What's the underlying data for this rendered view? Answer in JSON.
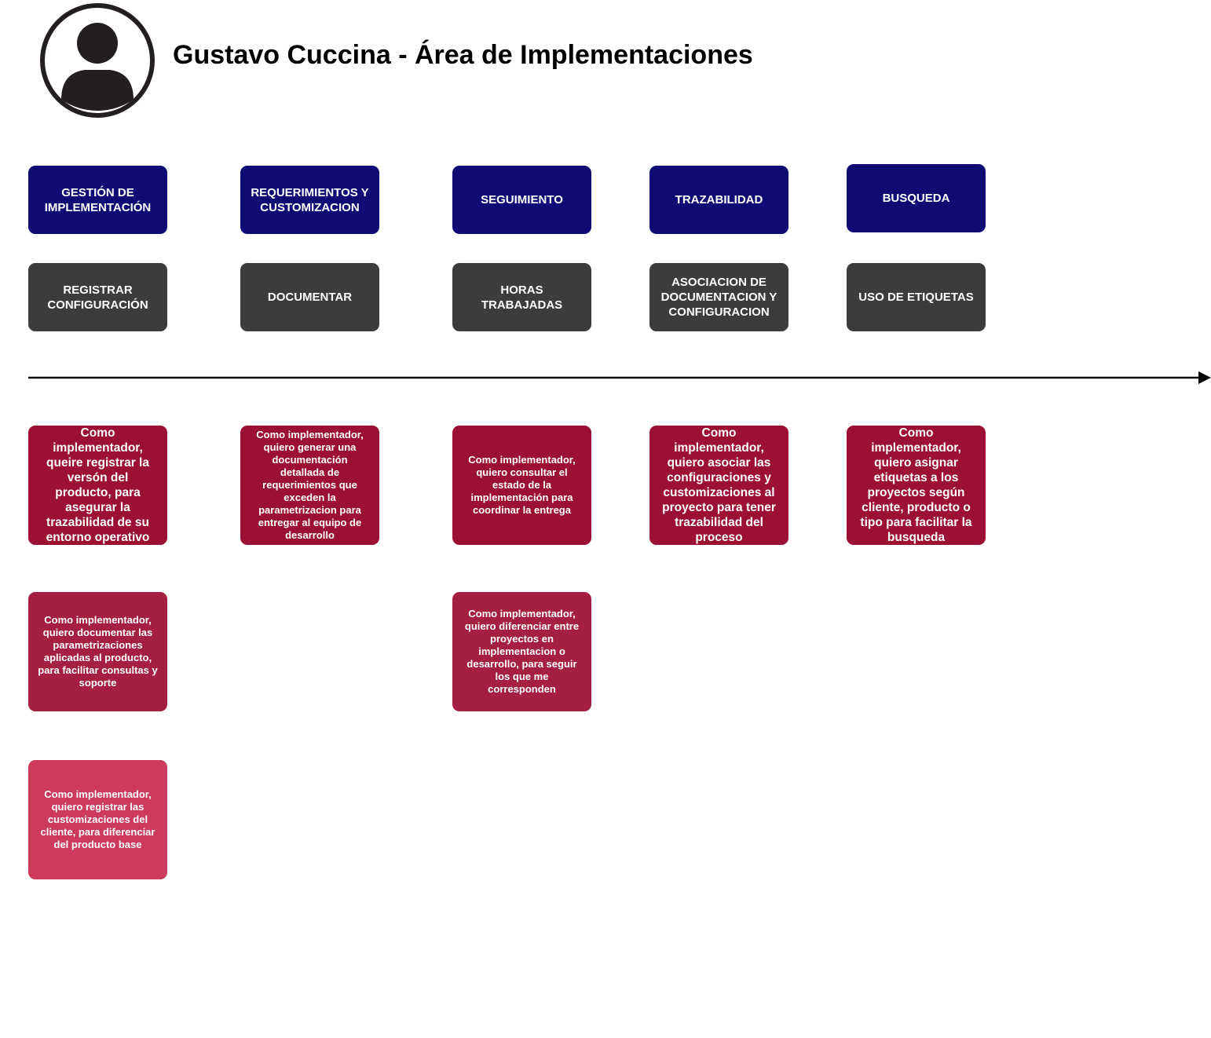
{
  "header": {
    "title": "Gustavo Cuccina - Área de Implementaciones",
    "avatar_icon": "user-avatar-icon"
  },
  "colors": {
    "epic": "#0e0c74",
    "feature": "#3c3c3e",
    "story_dark": "#9c1033",
    "story_mid": "#a51f41",
    "story_light": "#cc3a5c"
  },
  "epics": [
    {
      "label": "GESTIÓN DE IMPLEMENTACIÓN"
    },
    {
      "label": "REQUERIMIENTOS Y CUSTOMIZACION"
    },
    {
      "label": "SEGUIMIENTO"
    },
    {
      "label": "TRAZABILIDAD"
    },
    {
      "label": "BUSQUEDA"
    }
  ],
  "features": [
    {
      "label": "REGISTRAR CONFIGURACIÓN"
    },
    {
      "label": "DOCUMENTAR"
    },
    {
      "label": "HORAS TRABAJADAS"
    },
    {
      "label": "ASOCIACION DE DOCUMENTACION Y CONFIGURACION"
    },
    {
      "label": "USO DE ETIQUETAS"
    }
  ],
  "stories": [
    {
      "text": "Como implementador, queire registrar la versón del producto, para asegurar la trazabilidad de su entorno operativo"
    },
    {
      "text": "Como implementador, quiero generar una documentación detallada de requerimientos que exceden la parametrizacion para entregar al equipo de desarrollo"
    },
    {
      "text": "Como implementador, quiero consultar el estado de la implementación para coordinar la entrega"
    },
    {
      "text": "Como implementador, quiero asociar  las configuraciones y customizaciones al proyecto para tener trazabilidad del proceso"
    },
    {
      "text": "Como implementador, quiero asignar etiquetas a los proyectos según cliente, producto o tipo para facilitar la busqueda"
    },
    {
      "text": "Como implementador, quiero documentar las parametrizaciones aplicadas al producto, para facilitar consultas y soporte"
    },
    {
      "text": "Como implementador, quiero diferenciar entre proyectos en implementacion o desarrollo, para seguir los que me corresponden"
    },
    {
      "text": "Como implementador, quiero registrar las customizaciones del cliente, para diferenciar del producto base"
    }
  ]
}
